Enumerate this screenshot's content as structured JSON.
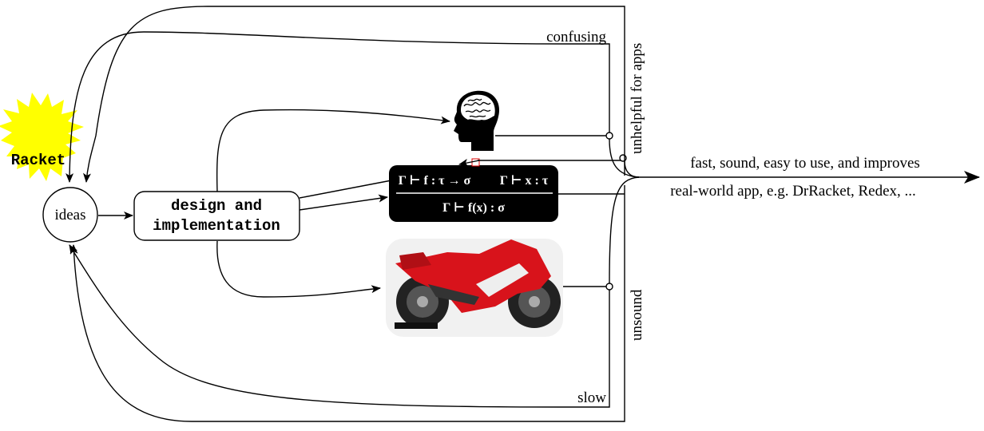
{
  "nodes": {
    "racket_burst": "Racket",
    "ideas": "ideas",
    "design_line1": "design and",
    "design_line2": "implementation"
  },
  "typing_rule": {
    "premise_left": "Γ ⊢ f : τ → σ",
    "premise_right": "Γ ⊢ x : τ",
    "conclusion": "Γ ⊢ f(x) : σ"
  },
  "feedback_labels": {
    "confusing": "confusing",
    "unhelpful": "unhelpful for apps",
    "unsound": "unsound",
    "slow": "slow"
  },
  "output_label": {
    "line1": "fast, sound, easy to use, and improves",
    "line2": "real-world app, e.g. DrRacket, Redex, ..."
  },
  "icons": [
    "starburst-icon",
    "brain-head-icon",
    "motorcycle-image"
  ],
  "colors": {
    "burst": "#ffff00",
    "motorcycle_body": "#d8131b",
    "rule_box": "#000000"
  }
}
